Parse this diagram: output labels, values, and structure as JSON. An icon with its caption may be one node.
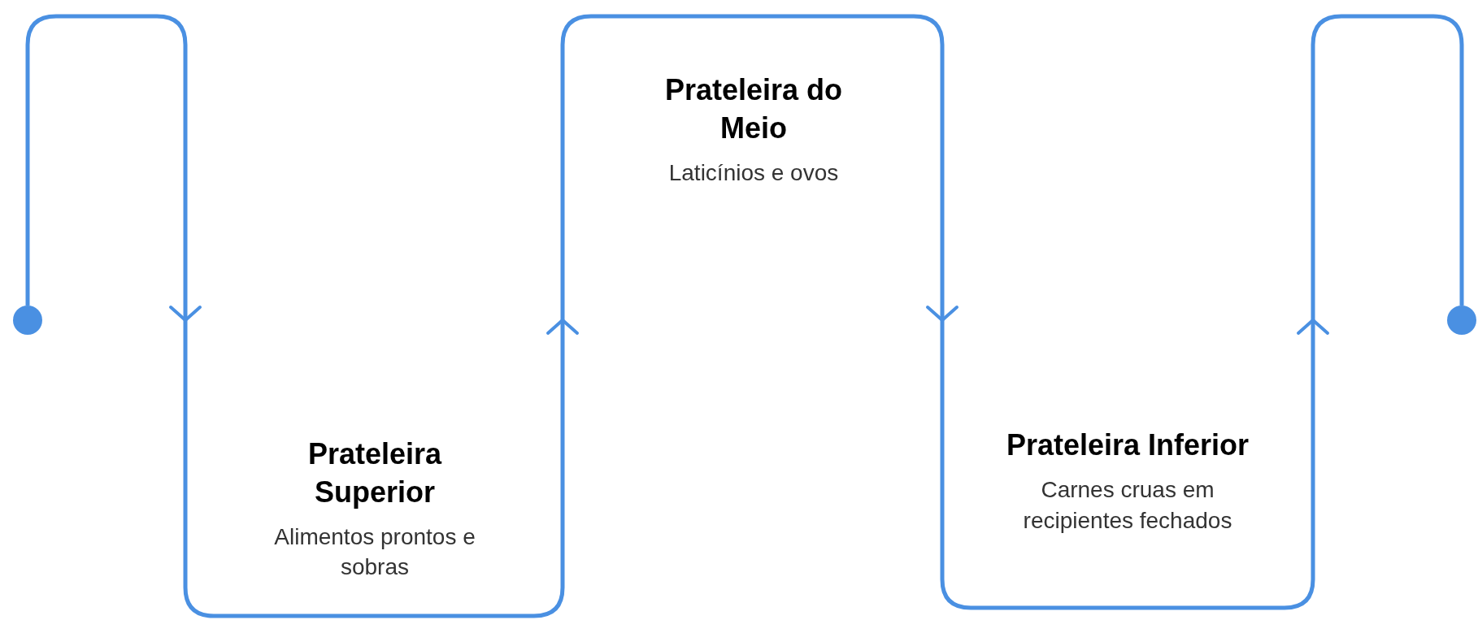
{
  "diagram": {
    "nodes": [
      {
        "text": [],
        "shape": "circle"
      },
      {
        "text": [
          "Prateleira Superior",
          "Alimentos prontos e sobras"
        ]
      },
      {
        "text": [
          "Prateleira do Meio",
          "Laticínios e ovos"
        ]
      },
      {
        "text": [
          "Prateleira Inferior",
          "Carnes cruas em recipientes fechados"
        ]
      },
      {
        "text": [],
        "shape": "circle"
      }
    ],
    "edges": [
      {
        "from": 0,
        "to": 4,
        "arrow": "to"
      }
    ]
  }
}
